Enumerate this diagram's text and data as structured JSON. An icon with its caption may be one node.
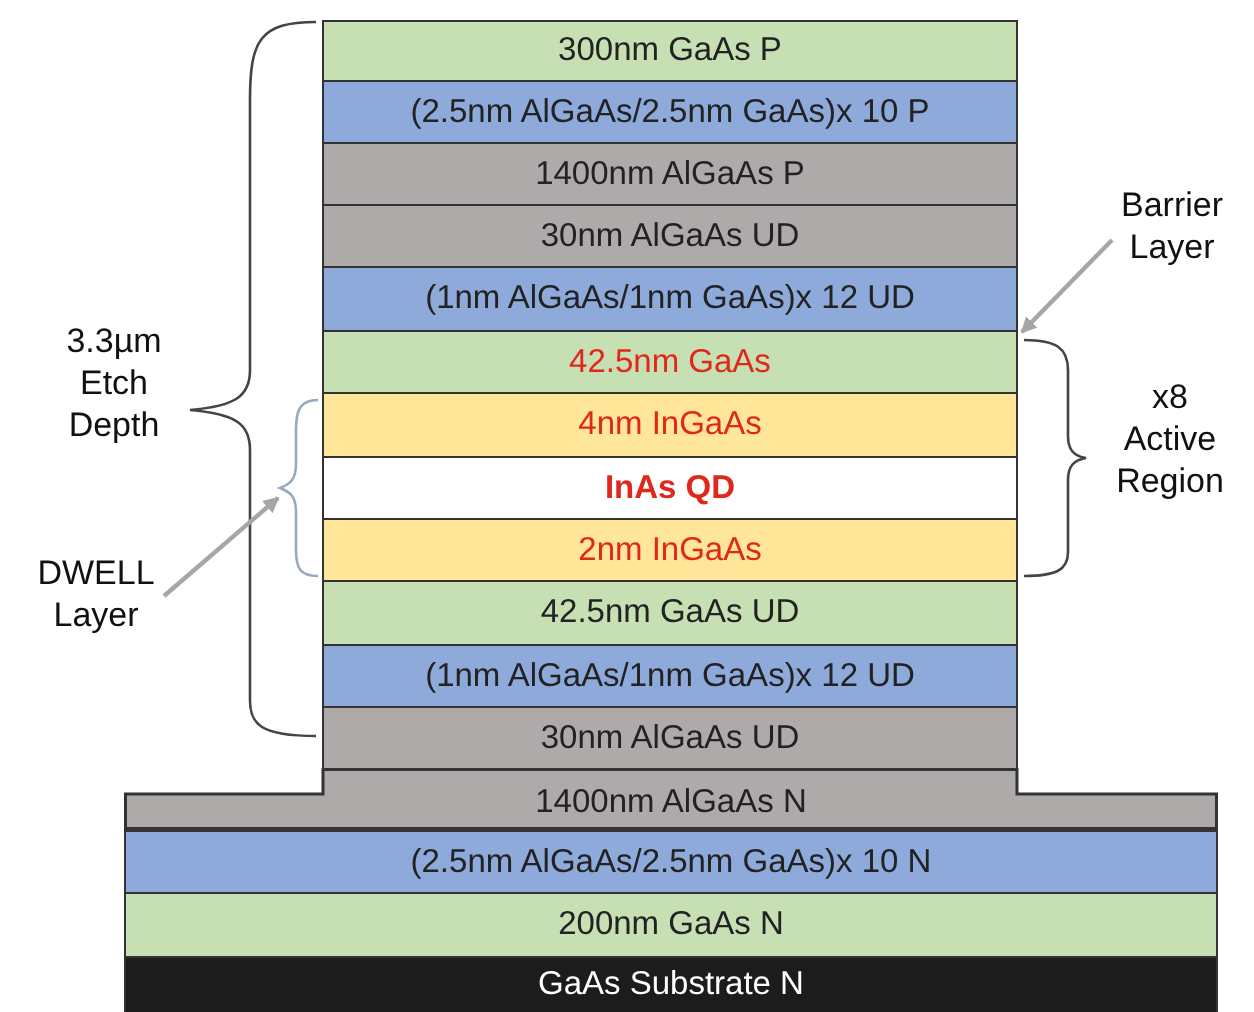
{
  "diagram": {
    "nodes": [
      {
        "text": [
          "300nm GaAs P"
        ]
      },
      {
        "text": [
          "(2.5nm AlGaAs/2.5nm GaAs)x 10 P"
        ]
      },
      {
        "text": [
          "1400nm AlGaAs P"
        ]
      },
      {
        "text": [
          "30nm AlGaAs UD"
        ]
      },
      {
        "text": [
          "(1nm AlGaAs/1nm GaAs)x 12 UD"
        ]
      },
      {
        "text": [
          "42.5nm GaAs"
        ]
      },
      {
        "text": [
          "4nm InGaAs"
        ]
      },
      {
        "text": [
          "InAs QD"
        ]
      },
      {
        "text": [
          "2nm InGaAs"
        ]
      },
      {
        "text": [
          "42.5nm GaAs UD"
        ]
      },
      {
        "text": [
          "(1nm AlGaAs/1nm GaAs)x 12 UD"
        ]
      },
      {
        "text": [
          "30nm AlGaAs UD"
        ]
      },
      {
        "text": [
          "1400nm AlGaAs N"
        ]
      },
      {
        "text": [
          "(2.5nm AlGaAs/2.5nm GaAs)x 10 N"
        ]
      },
      {
        "text": [
          "200nm GaAs N"
        ]
      },
      {
        "text": [
          "GaAs Substrate N"
        ]
      },
      {
        "text": [
          "Barrier Layer"
        ]
      },
      {
        "text": [
          "DWELL Layer"
        ]
      }
    ],
    "edges": [
      {
        "from": 16,
        "to": 5,
        "arrow": "to"
      },
      {
        "from": 17,
        "to": 7,
        "arrow": "to"
      }
    ],
    "labels": [
      "3.3µm Etch Depth",
      "x8 Active Region"
    ]
  }
}
